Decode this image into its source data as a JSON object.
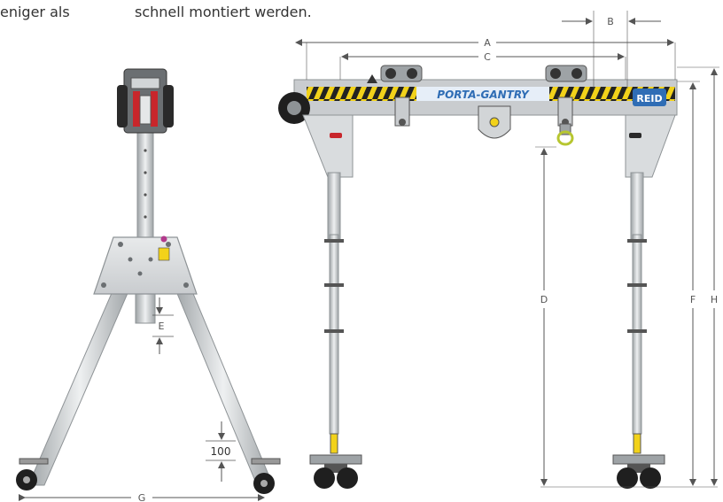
{
  "text": {
    "left_fragment": "eniger als",
    "right_fragment": "schnell montiert werden."
  },
  "beam": {
    "brand_text": "PORTA-GANTRY",
    "logo_text": "REID"
  },
  "dimensions": {
    "A": "A",
    "B": "B",
    "C": "C",
    "D": "D",
    "E": "E",
    "F": "F",
    "G": "G",
    "H": "H",
    "step": "100"
  },
  "colors": {
    "steel": "#d6d9dc",
    "steel_dark": "#8e9396",
    "hazard_yellow": "#f2d21a",
    "hazard_black": "#222222",
    "brand_blue": "#2f6db5",
    "line": "#555555"
  }
}
